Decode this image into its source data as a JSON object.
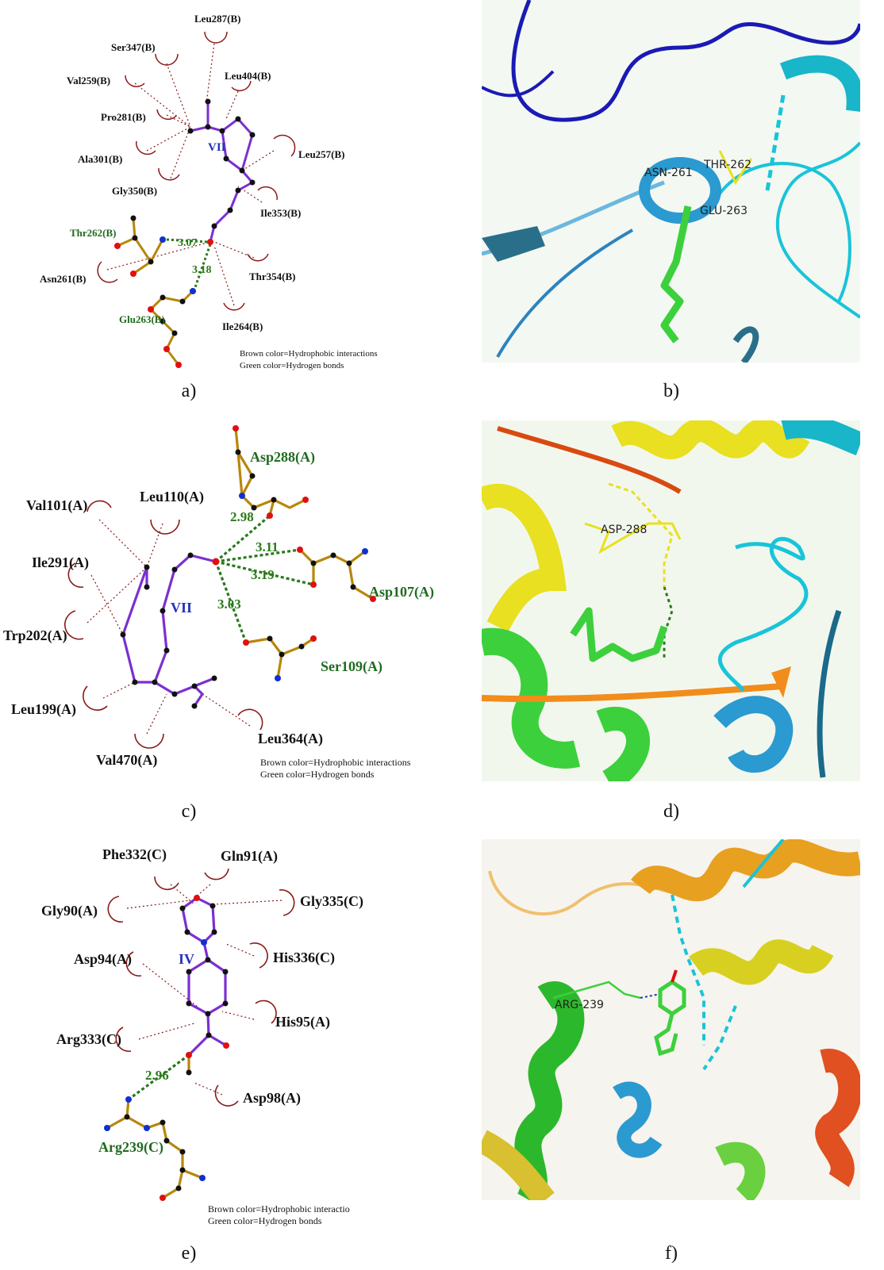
{
  "panels": {
    "a": {
      "caption": "a)",
      "ligand": "VII",
      "residues_hydrophobic": [
        "Leu287(B)",
        "Ser347(B)",
        "Val259(B)",
        "Leu404(B)",
        "Pro281(B)",
        "Ala301(B)",
        "Leu257(B)",
        "Gly350(B)",
        "Ile353(B)",
        "Asn261(B)",
        "Thr354(B)",
        "Ile264(B)"
      ],
      "residues_hbond": [
        "Thr262(B)",
        "Glu263(B)"
      ],
      "distances": [
        "3.07",
        "3.18"
      ],
      "legend": [
        "Brown color=Hydrophobic interactions",
        "Green color=Hydrogen bonds"
      ]
    },
    "b": {
      "caption": "b)",
      "labels": [
        "ASN-261",
        "THR-262",
        "GLU-263"
      ]
    },
    "c": {
      "caption": "c)",
      "ligand": "VII",
      "residues_hydrophobic": [
        "Val101(A)",
        "Leu110(A)",
        "Ile291(A)",
        "Trp202(A)",
        "Leu199(A)",
        "Val470(A)",
        "Leu364(A)"
      ],
      "residues_hbond": [
        "Asp288(A)",
        "Asp107(A)",
        "Ser109(A)"
      ],
      "distances": [
        "2.98",
        "3.11",
        "3.19",
        "3.03"
      ],
      "legend": [
        "Brown color=Hydrophobic interactions",
        "Green color=Hydrogen bonds"
      ]
    },
    "d": {
      "caption": "d)",
      "labels": [
        "ASP-288"
      ]
    },
    "e": {
      "caption": "e)",
      "ligand": "IV",
      "residues_hydrophobic": [
        "Phe332(C)",
        "Gln91(A)",
        "Gly90(A)",
        "Gly335(C)",
        "Asp94(A)",
        "His336(C)",
        "His95(A)",
        "Arg333(C)",
        "Asp98(A)"
      ],
      "residues_hbond": [
        "Arg239(C)"
      ],
      "distances": [
        "2.96"
      ],
      "legend": [
        "Brown color=Hydrophobic interactio",
        "Green color=Hydrogen bonds"
      ]
    },
    "f": {
      "caption": "f)",
      "labels": [
        "ARG-239"
      ]
    }
  },
  "colors": {
    "hydrophobic": "#8b1a1a",
    "hbond": "#2a7a1a",
    "ligand_bond": "#7b2fd0",
    "residue_bond": "#b8860b",
    "oxygen": "#e01010",
    "nitrogen": "#1030d0"
  }
}
